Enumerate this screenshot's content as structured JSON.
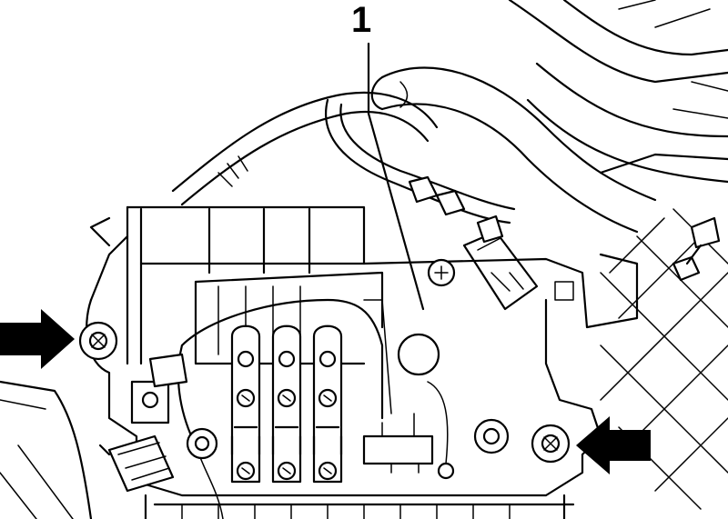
{
  "diagram": {
    "callout_number": "1",
    "colors": {
      "line": "#000000",
      "background": "#ffffff"
    },
    "arrows": [
      {
        "id": "left",
        "direction": "right"
      },
      {
        "id": "right",
        "direction": "left"
      }
    ]
  }
}
